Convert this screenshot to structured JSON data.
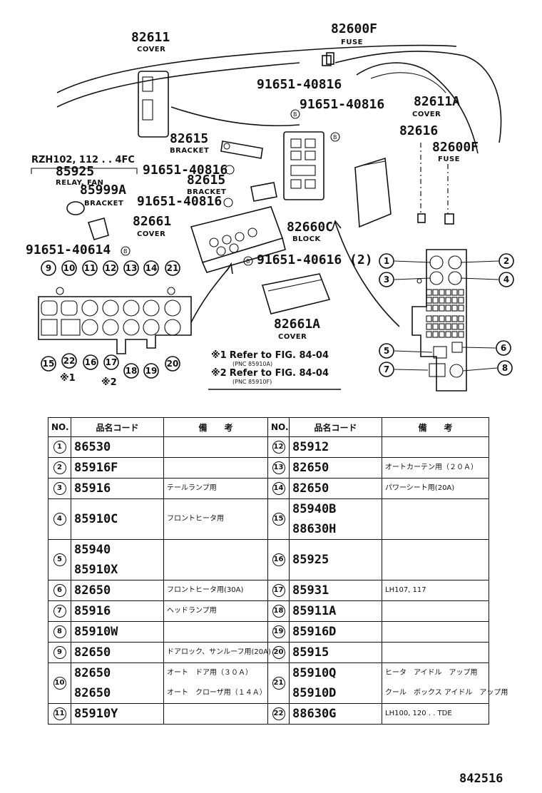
{
  "diagram": {
    "labels": {
      "cover_82611": {
        "part": "82611",
        "desc": "COVER"
      },
      "fuse_82600f_top": {
        "part": "82600F",
        "desc": "FUSE"
      },
      "bolt_1": "91651-40816",
      "bolt_2": "91651-40816",
      "bolt_3": "91651-40816",
      "bolt_4": "91651-40816",
      "cover_82611a": {
        "part": "82611A",
        "desc": "COVER"
      },
      "part_82616": "82616",
      "fuse_82600f_right": {
        "part": "82600F",
        "desc": "FUSE"
      },
      "bracket_82615_a": {
        "part": "82615",
        "desc": "BRACKET"
      },
      "bracket_82615_b": {
        "part": "82615",
        "desc": "BRACKET"
      },
      "model_note": "RZH102, 112 . . 4FC",
      "relay_85925": {
        "part": "85925",
        "desc": "RELAY, FAN"
      },
      "bracket_85999a": {
        "part": "85999A",
        "desc": "BRACKET"
      },
      "cover_82661": {
        "part": "82661",
        "desc": "COVER"
      },
      "block_82660c": {
        "part": "82660C",
        "desc": "BLOCK"
      },
      "bolt_40614": "91651-40614",
      "bolt_40616": "91651-40616 (2)",
      "cover_82661a": {
        "part": "82661A",
        "desc": "COVER"
      },
      "b_marker": "B"
    },
    "left_block_numbers": {
      "top": [
        "9",
        "10",
        "11",
        "12",
        "13",
        "14",
        "21"
      ],
      "bottom": [
        "15",
        "22",
        "16",
        "17",
        "18",
        "19",
        "20"
      ],
      "notes": [
        "※1",
        "※2"
      ]
    },
    "right_block_numbers": [
      "1",
      "2",
      "3",
      "4",
      "5",
      "6",
      "7",
      "8"
    ],
    "references": [
      {
        "mark": "※1",
        "text": "Refer to FIG. 84-04",
        "pnc": "(PNC 85910A)"
      },
      {
        "mark": "※2",
        "text": "Refer to FIG. 84-04",
        "pnc": "(PNC 85910F)"
      }
    ]
  },
  "table": {
    "headers": [
      "NO.",
      "品名コード",
      "備　　考",
      "NO.",
      "品名コード",
      "備　　考"
    ],
    "left": [
      {
        "no": "1",
        "codes": [
          "86530"
        ],
        "remarks": [
          ""
        ]
      },
      {
        "no": "2",
        "codes": [
          "85916F"
        ],
        "remarks": [
          ""
        ]
      },
      {
        "no": "3",
        "codes": [
          "85916"
        ],
        "remarks": [
          "テールランプ用"
        ]
      },
      {
        "no": "4",
        "codes": [
          "85910C"
        ],
        "remarks": [
          "フロントヒータ用"
        ]
      },
      {
        "no": "5",
        "codes": [
          "85940",
          "85910X"
        ],
        "remarks": [
          "",
          ""
        ]
      },
      {
        "no": "6",
        "codes": [
          "82650"
        ],
        "remarks": [
          "フロントヒータ用(30A)"
        ]
      },
      {
        "no": "7",
        "codes": [
          "85916"
        ],
        "remarks": [
          "ヘッドランプ用"
        ]
      },
      {
        "no": "8",
        "codes": [
          "85910W"
        ],
        "remarks": [
          ""
        ]
      },
      {
        "no": "9",
        "codes": [
          "82650"
        ],
        "remarks": [
          "ドアロック、サンルーフ用(20A)"
        ]
      },
      {
        "no": "10",
        "codes": [
          "82650",
          "82650"
        ],
        "remarks": [
          "オート　ドア用（３０Ａ）",
          "オート　クローザ用（１４Ａ）"
        ]
      },
      {
        "no": "11",
        "codes": [
          "85910Y"
        ],
        "remarks": [
          ""
        ]
      }
    ],
    "right": [
      {
        "no": "12",
        "codes": [
          "85912"
        ],
        "remarks": [
          ""
        ]
      },
      {
        "no": "13",
        "codes": [
          "82650"
        ],
        "remarks": [
          "オートカーテン用（２０Ａ）"
        ]
      },
      {
        "no": "14",
        "codes": [
          "82650"
        ],
        "remarks": [
          "パワーシート用(20A)"
        ]
      },
      {
        "no": "15",
        "codes": [
          "85940B",
          "88630H"
        ],
        "remarks": [
          "",
          ""
        ]
      },
      {
        "no": "16",
        "codes": [
          "85925"
        ],
        "remarks": [
          ""
        ]
      },
      {
        "no": "17",
        "codes": [
          "85931"
        ],
        "remarks": [
          "LH107, 117"
        ]
      },
      {
        "no": "18",
        "codes": [
          "85911A"
        ],
        "remarks": [
          ""
        ]
      },
      {
        "no": "19",
        "codes": [
          "85916D"
        ],
        "remarks": [
          ""
        ]
      },
      {
        "no": "20",
        "codes": [
          "85915"
        ],
        "remarks": [
          ""
        ]
      },
      {
        "no": "21",
        "codes": [
          "85910Q",
          "85910D"
        ],
        "remarks": [
          "ヒータ　アイドル　アップ用",
          "クール　ボックス アイドル　アップ用"
        ]
      },
      {
        "no": "22",
        "codes": [
          "88630G"
        ],
        "remarks": [
          "LH100, 120 . . TDE"
        ]
      }
    ]
  },
  "page_number": "842516"
}
